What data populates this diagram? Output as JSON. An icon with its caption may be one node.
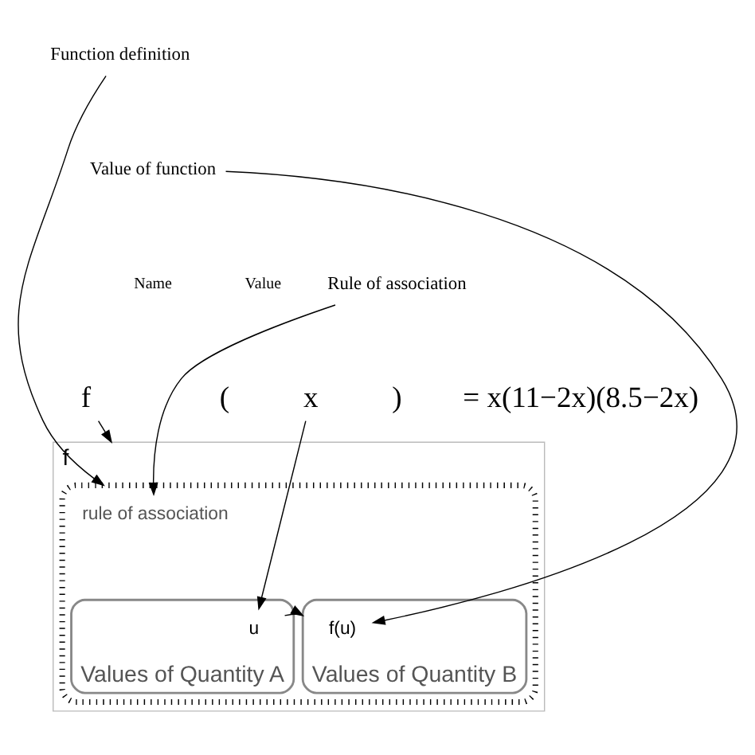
{
  "diagram": {
    "nodes": [
      {
        "text": [
          "Function definition"
        ]
      },
      {
        "text": [
          "Value of function"
        ]
      },
      {
        "text": [
          "Rule of association"
        ]
      },
      {
        "text": [
          "f"
        ]
      },
      {
        "text": [
          "x"
        ]
      },
      {
        "text": [
          "f"
        ]
      },
      {
        "text": [],
        "shape": "box",
        "in": 5
      },
      {
        "text": [
          "rule of association"
        ],
        "in": 6
      },
      {
        "text": [
          "Values of Quantity A"
        ],
        "in": 6
      },
      {
        "text": [
          "u"
        ],
        "in": 8
      },
      {
        "text": [
          "Values of Quantity B"
        ],
        "in": 6
      },
      {
        "text": [
          "f(u)"
        ],
        "in": 10
      }
    ],
    "edges": [
      {
        "from": 3,
        "to": 5,
        "arrow": "to"
      },
      {
        "from": 4,
        "to": 9,
        "arrow": "to"
      },
      {
        "from": 1,
        "to": 11,
        "arrow": "to"
      },
      {
        "from": 2,
        "to": 7,
        "arrow": "to"
      },
      {
        "from": 0,
        "to": 6,
        "arrow": "to"
      },
      {
        "from": 9,
        "to": 10,
        "arrow": "to"
      }
    ],
    "labels": [
      "Name",
      "Value",
      "(",
      ")",
      "= x(11−2x)(8.5−2x)"
    ]
  }
}
